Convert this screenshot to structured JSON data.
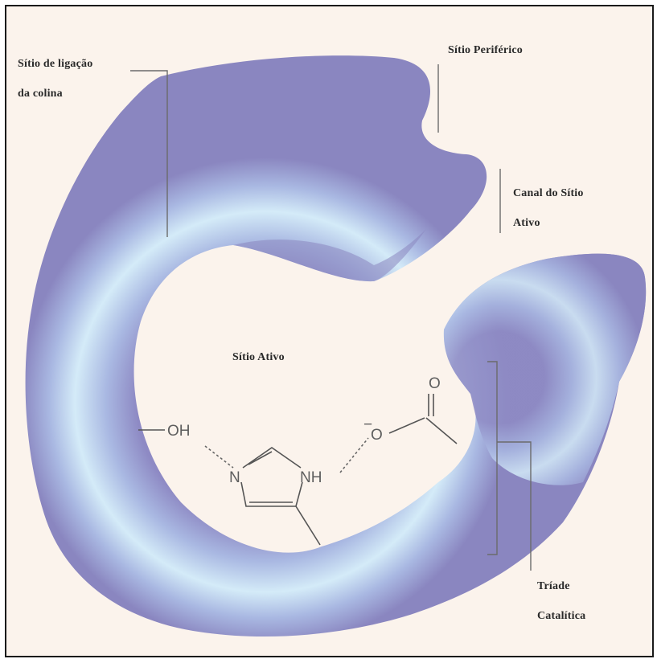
{
  "labels": {
    "choline_site_line1": "Sítio de ligação",
    "choline_site_line2": "da colina",
    "peripheral_site": "Sítio Periférico",
    "channel_line1": "Canal do Sítio",
    "channel_line2": "Ativo",
    "active_site": "Sítio Ativo",
    "triad_line1": "Tríade",
    "triad_line2": "Catalítica"
  },
  "molecule": {
    "oh": "OH",
    "n": "N",
    "nh": "NH",
    "o_minus": "O",
    "minus": "−",
    "o_carbonyl": "O"
  },
  "colors": {
    "background": "#fbf3ec",
    "enzyme_edge": "#8c86c0",
    "enzyme_mid": "#a8b6e0",
    "enzyme_core": "#d2e8f8",
    "outline": "#1a1a1a",
    "leader_line": "#6b6b6b"
  }
}
